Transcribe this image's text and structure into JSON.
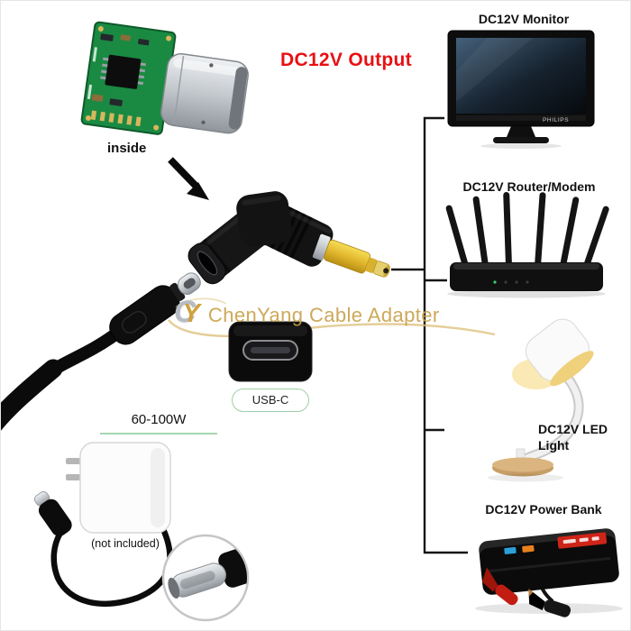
{
  "colors": {
    "accent_red": "#e81013",
    "watermark_gold": "#c9a24b",
    "underline_green": "#a5d6ae",
    "pcb_green": "#1a8a43",
    "plug_yellow": "#e2b82e"
  },
  "watermark": {
    "logo_c": "C",
    "logo_y": "Y",
    "text": "ChenYang Cable Adapter"
  },
  "callouts": {
    "inside": "inside",
    "output": "DC12V Output",
    "monitor": "DC12V Monitor",
    "router": "DC12V Router/Modem",
    "led_line1": "DC12V LED",
    "led_line2": "Light",
    "power_bank": "DC12V Power Bank"
  },
  "port": {
    "label": "USB-C"
  },
  "charger": {
    "wattage": "60-100W",
    "note": "(not included)"
  },
  "monitor": {
    "brand": "PHILIPS"
  }
}
